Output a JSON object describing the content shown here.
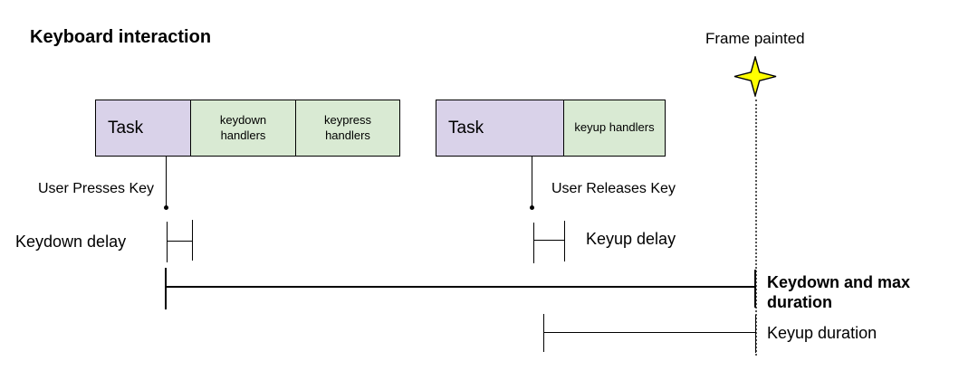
{
  "title": "Keyboard interaction",
  "frame_marker": {
    "label": "Frame painted",
    "icon": "four-point-star",
    "star_fill": "#ffff00",
    "star_stroke": "#000000"
  },
  "colors": {
    "task_fill": "#d9d2e9",
    "handler_fill": "#d9ead3",
    "border": "#000000",
    "background": "#ffffff"
  },
  "bars": [
    {
      "segments": [
        {
          "type": "task",
          "label": "Task"
        },
        {
          "type": "handler",
          "label": "keydown handlers"
        },
        {
          "type": "handler",
          "label": "keypress handlers"
        }
      ]
    },
    {
      "segments": [
        {
          "type": "task",
          "label": "Task"
        },
        {
          "type": "handler",
          "label": "keyup handlers"
        }
      ]
    }
  ],
  "events": [
    {
      "label": "User Presses Key"
    },
    {
      "label": "User Releases Key"
    }
  ],
  "measurements": [
    {
      "label": "Keydown delay"
    },
    {
      "label": "Keyup delay"
    },
    {
      "label": "Keydown and max duration"
    },
    {
      "label": "Keyup duration"
    }
  ]
}
